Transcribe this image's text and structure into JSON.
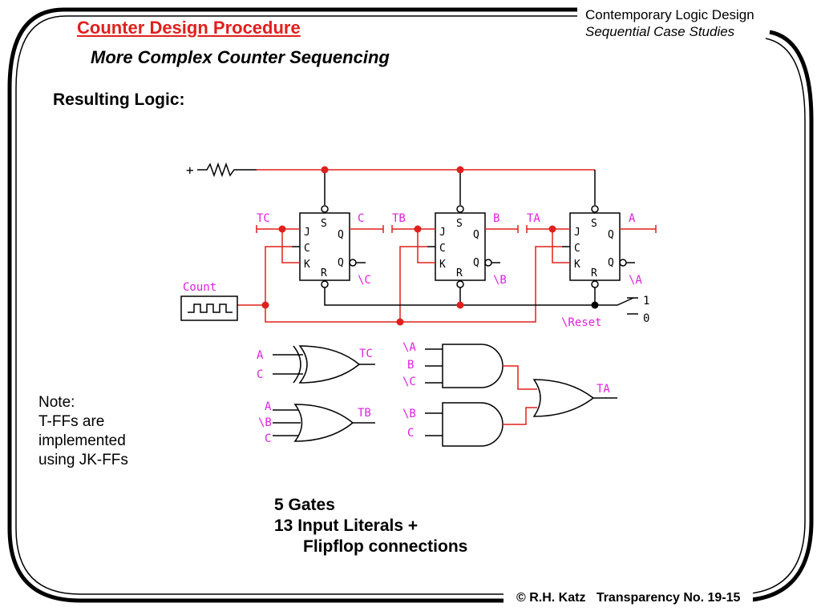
{
  "header": {
    "title": "Counter Design Procedure",
    "subtitle": "More Complex Counter Sequencing",
    "course_line1": "Contemporary Logic Design",
    "course_line2": "Sequential Case Studies"
  },
  "section_heading": "Resulting Logic:",
  "note": {
    "line1": "Note:",
    "line2": "T-FFs are",
    "line3": "implemented",
    "line4": "using JK-FFs"
  },
  "summary": {
    "line1": "5 Gates",
    "line2": "13 Input Literals +",
    "line3": "Flipflop connections"
  },
  "footer": {
    "author": "© R.H. Katz",
    "transparency": "Transparency No. 19-15"
  },
  "circuit": {
    "supply": "+",
    "count_label": "Count",
    "reset_label": "\\Reset",
    "switch_high": "1",
    "switch_low": "0",
    "pin_s": "S",
    "pin_r": "R",
    "pin_j": "J",
    "pin_c": "C",
    "pin_k": "K",
    "pin_q": "Q",
    "flipflops": [
      {
        "t_label": "TC",
        "q_label": "C",
        "qn_label": "\\C"
      },
      {
        "t_label": "TB",
        "q_label": "B",
        "qn_label": "\\B"
      },
      {
        "t_label": "TA",
        "q_label": "A",
        "qn_label": "\\A"
      }
    ],
    "xor_gate": {
      "inputs": [
        "A",
        "C"
      ],
      "output": "TC"
    },
    "or_gate": {
      "inputs": [
        "A",
        "\\B",
        "C"
      ],
      "output": "TB"
    },
    "and_gate_1": {
      "inputs": [
        "\\A",
        "B",
        "\\C"
      ]
    },
    "and_gate_2": {
      "inputs": [
        "\\B",
        "C"
      ]
    },
    "or_gate_final": {
      "output": "TA"
    }
  },
  "colors": {
    "title_red": "#e0201c",
    "wire_red": "#e0201c",
    "label_magenta": "#e020e0"
  }
}
